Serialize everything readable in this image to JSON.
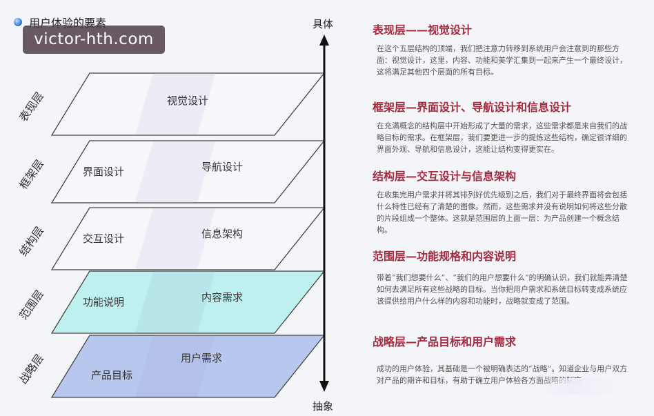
{
  "title": "用户体验的要素",
  "watermark": "victor-hth.com",
  "axis": {
    "top_label": "具体",
    "bottom_label": "抽象"
  },
  "layers": [
    {
      "name": "表现层",
      "items": [
        "视觉设计"
      ],
      "fill": "#f7f7fb"
    },
    {
      "name": "框架层",
      "items": [
        "界面设计",
        "导航设计"
      ],
      "fill": "#f7f7fb"
    },
    {
      "name": "结构层",
      "items": [
        "交互设计",
        "信息架构"
      ],
      "fill": "#f7f7fb"
    },
    {
      "name": "范围层",
      "items": [
        "功能说明",
        "内容需求"
      ],
      "fill": "#bdf0ee"
    },
    {
      "name": "战略层",
      "items": [
        "产品目标",
        "用户需求"
      ],
      "fill": "#b7c7ee"
    }
  ],
  "sections": [
    {
      "title": "表现层——视觉设计",
      "body": "在这个五层结构的顶端，我们把注意力转移到系统用户会注意到的那些方面：视觉设计，这里，内容、功能和美学汇集到一起来产生一个最终设计，这将满足其他四个层面的所有目标。"
    },
    {
      "title": "框架层—界面设计、导航设计和信息设计",
      "body": "在充满概念的结构层中开始形成了大量的需求，这些需求都是来自我们的战略目标的需求。在框架层，我们要更进一步的提炼这些结构，确定很详细的界面外观、导航和信息设计，这能让结构变得更实在。"
    },
    {
      "title": "结构层—交互设计与信息架构",
      "body": "在收集完用户需求并将其排列好优先级别之后，我们对于最终界面将会包括什么特性已经有了清楚的图像。然而，这些需求并没有说明如何将这些分散的片段组成一个整体。这就是范围层的上面一层：为产品创建一个概念结构。"
    },
    {
      "title": "范围层—功能规格和内容说明",
      "body": "带着“我们想要什么”、“我们的用户想要什么”的明确认识，我们就能弄清楚如何去满足所有这些战略的目标。当你把用户需求和系统目标转变成系统应该提供给用户什么样的内容和功能时，战略就变成了范围。"
    },
    {
      "title": "战略层—产品目标和用户需求",
      "body": "成功的用户体验，其基础是一个被明确表达的“战略”。知道企业与用户双方对产品的期许和目标，有助于确立用户体验各方面战略的制定"
    }
  ]
}
